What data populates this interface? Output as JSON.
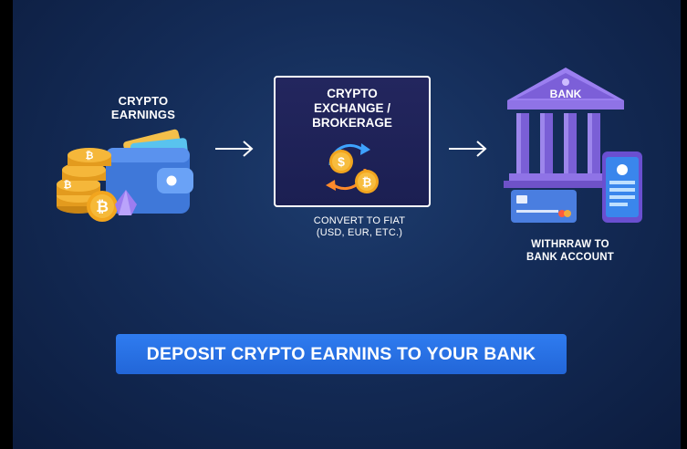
{
  "steps": {
    "earnings_label": "CRYPTO\nEARNINGS",
    "exchange_title": "CRYPTO\nEXCHANGE /\nBROKERAGE",
    "convert_label": "CONVERT TO FIAT\n(USD, EUR, ETC.)",
    "withdraw_label": "WITHRRAW TO\nBANK ACCOUNT",
    "bank_sign": "BANK"
  },
  "icons": {
    "coin_symbol": "₿",
    "dollar_symbol": "$"
  },
  "banner": {
    "text": "DEPOSIT CRYPTO EARNINS TO YOUR BANK"
  },
  "colors": {
    "background": "#142c58",
    "exchange_box": "#1f2358",
    "banner": "#2a72e6",
    "coin_gold": "#f2a51e",
    "wallet_blue": "#4d86e8",
    "bank_purple": "#8c6fe0"
  }
}
